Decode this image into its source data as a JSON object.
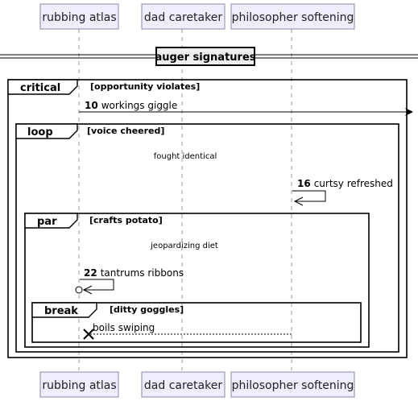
{
  "participants": [
    {
      "name": "rubbing atlas"
    },
    {
      "name": "dad caretaker"
    },
    {
      "name": "philosopher softening"
    }
  ],
  "divider": {
    "label": "auger signatures"
  },
  "fragments": {
    "critical": {
      "keyword": "critical",
      "condition": "[opportunity violates]"
    },
    "loop": {
      "keyword": "loop",
      "condition": "[voice cheered]"
    },
    "par": {
      "keyword": "par",
      "condition": "[crafts potato]"
    },
    "break": {
      "keyword": "break",
      "condition": "[ditty goggles]"
    }
  },
  "messages": {
    "m10": {
      "number": "10",
      "text": "workings giggle"
    },
    "m16": {
      "number": "16",
      "text": "curtsy refreshed"
    },
    "m22": {
      "number": "22",
      "text": "tantrums ribbons"
    },
    "m_boils": {
      "text": "boils swiping"
    }
  },
  "notes": {
    "fought": "fought identical",
    "jeopardizing": "jeopardizing diet"
  }
}
